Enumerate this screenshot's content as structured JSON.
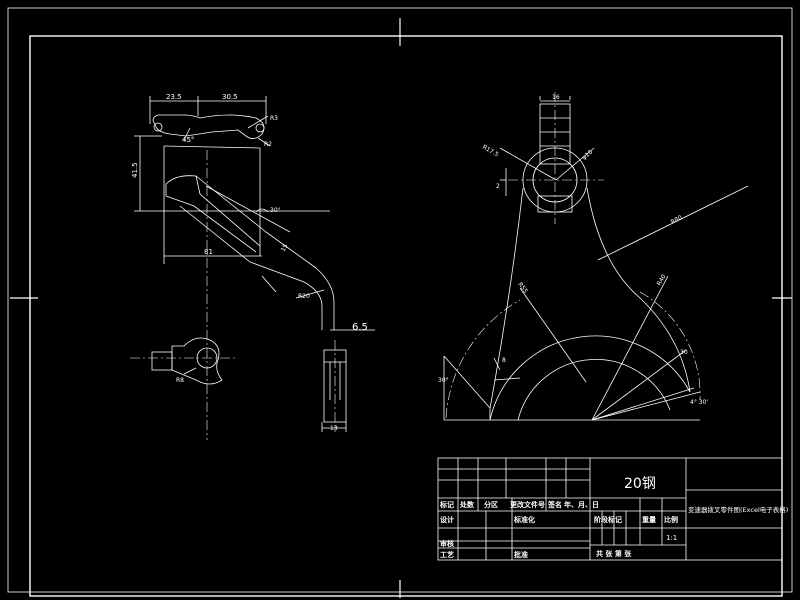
{
  "drawing": {
    "dims_front": {
      "w_left": "23.5",
      "w_right": "30.5",
      "angle_top": "45°",
      "r_top": "R3",
      "r_small": "R2",
      "height_left": "41.5",
      "angle_mid": "30°",
      "w_base": "81",
      "d_15": "15",
      "r_bend": "R20",
      "thickness": "6.5",
      "w_bottom": "13"
    },
    "dims_side": {
      "r_side": "R8"
    },
    "dims_right": {
      "top_width": "16",
      "r_hub_outer": "R17.5",
      "r_hub_inner": "φ10",
      "small_2": "2",
      "r_long": "R80",
      "r_big": "R55",
      "d_8": "8",
      "ang_left": "30°",
      "r_40": "R40",
      "d_30": "30",
      "ang_small": "4° 30'"
    },
    "title_block": {
      "material": "20钢",
      "part_name": "变速器拨叉零件图(Excel电子表格)",
      "scale_value": "1:1",
      "headers_row": [
        "标记",
        "处数",
        "分区",
        "更改文件号",
        "签名",
        "年、月、日"
      ],
      "design_label": "设计",
      "standardize_label": "标准化",
      "review_label": "审核",
      "process_label": "工艺",
      "approve_label": "批准",
      "stage_mark_label": "阶段标记",
      "weight_label": "重量",
      "scale_label": "比例",
      "sheets_label": "共 张 第 张"
    }
  }
}
